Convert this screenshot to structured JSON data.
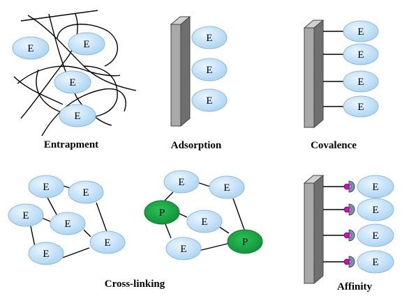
{
  "labels": {
    "entrapment": "Entrapment",
    "adsorption": "Adsorption",
    "covalence": "Covalence",
    "crosslinking": "Cross-linking",
    "affinity": "Affinity"
  },
  "enzyme_letter": "E",
  "protein_letter": "P",
  "colors": {
    "enzyme_fill": "#cfe8fa",
    "protein_fill": "#16a23f",
    "support_front": "#a9a9a9",
    "support_side": "#6f6f6f",
    "ligand": "#e000c8",
    "ligand_cap": "#7a8fb8"
  }
}
